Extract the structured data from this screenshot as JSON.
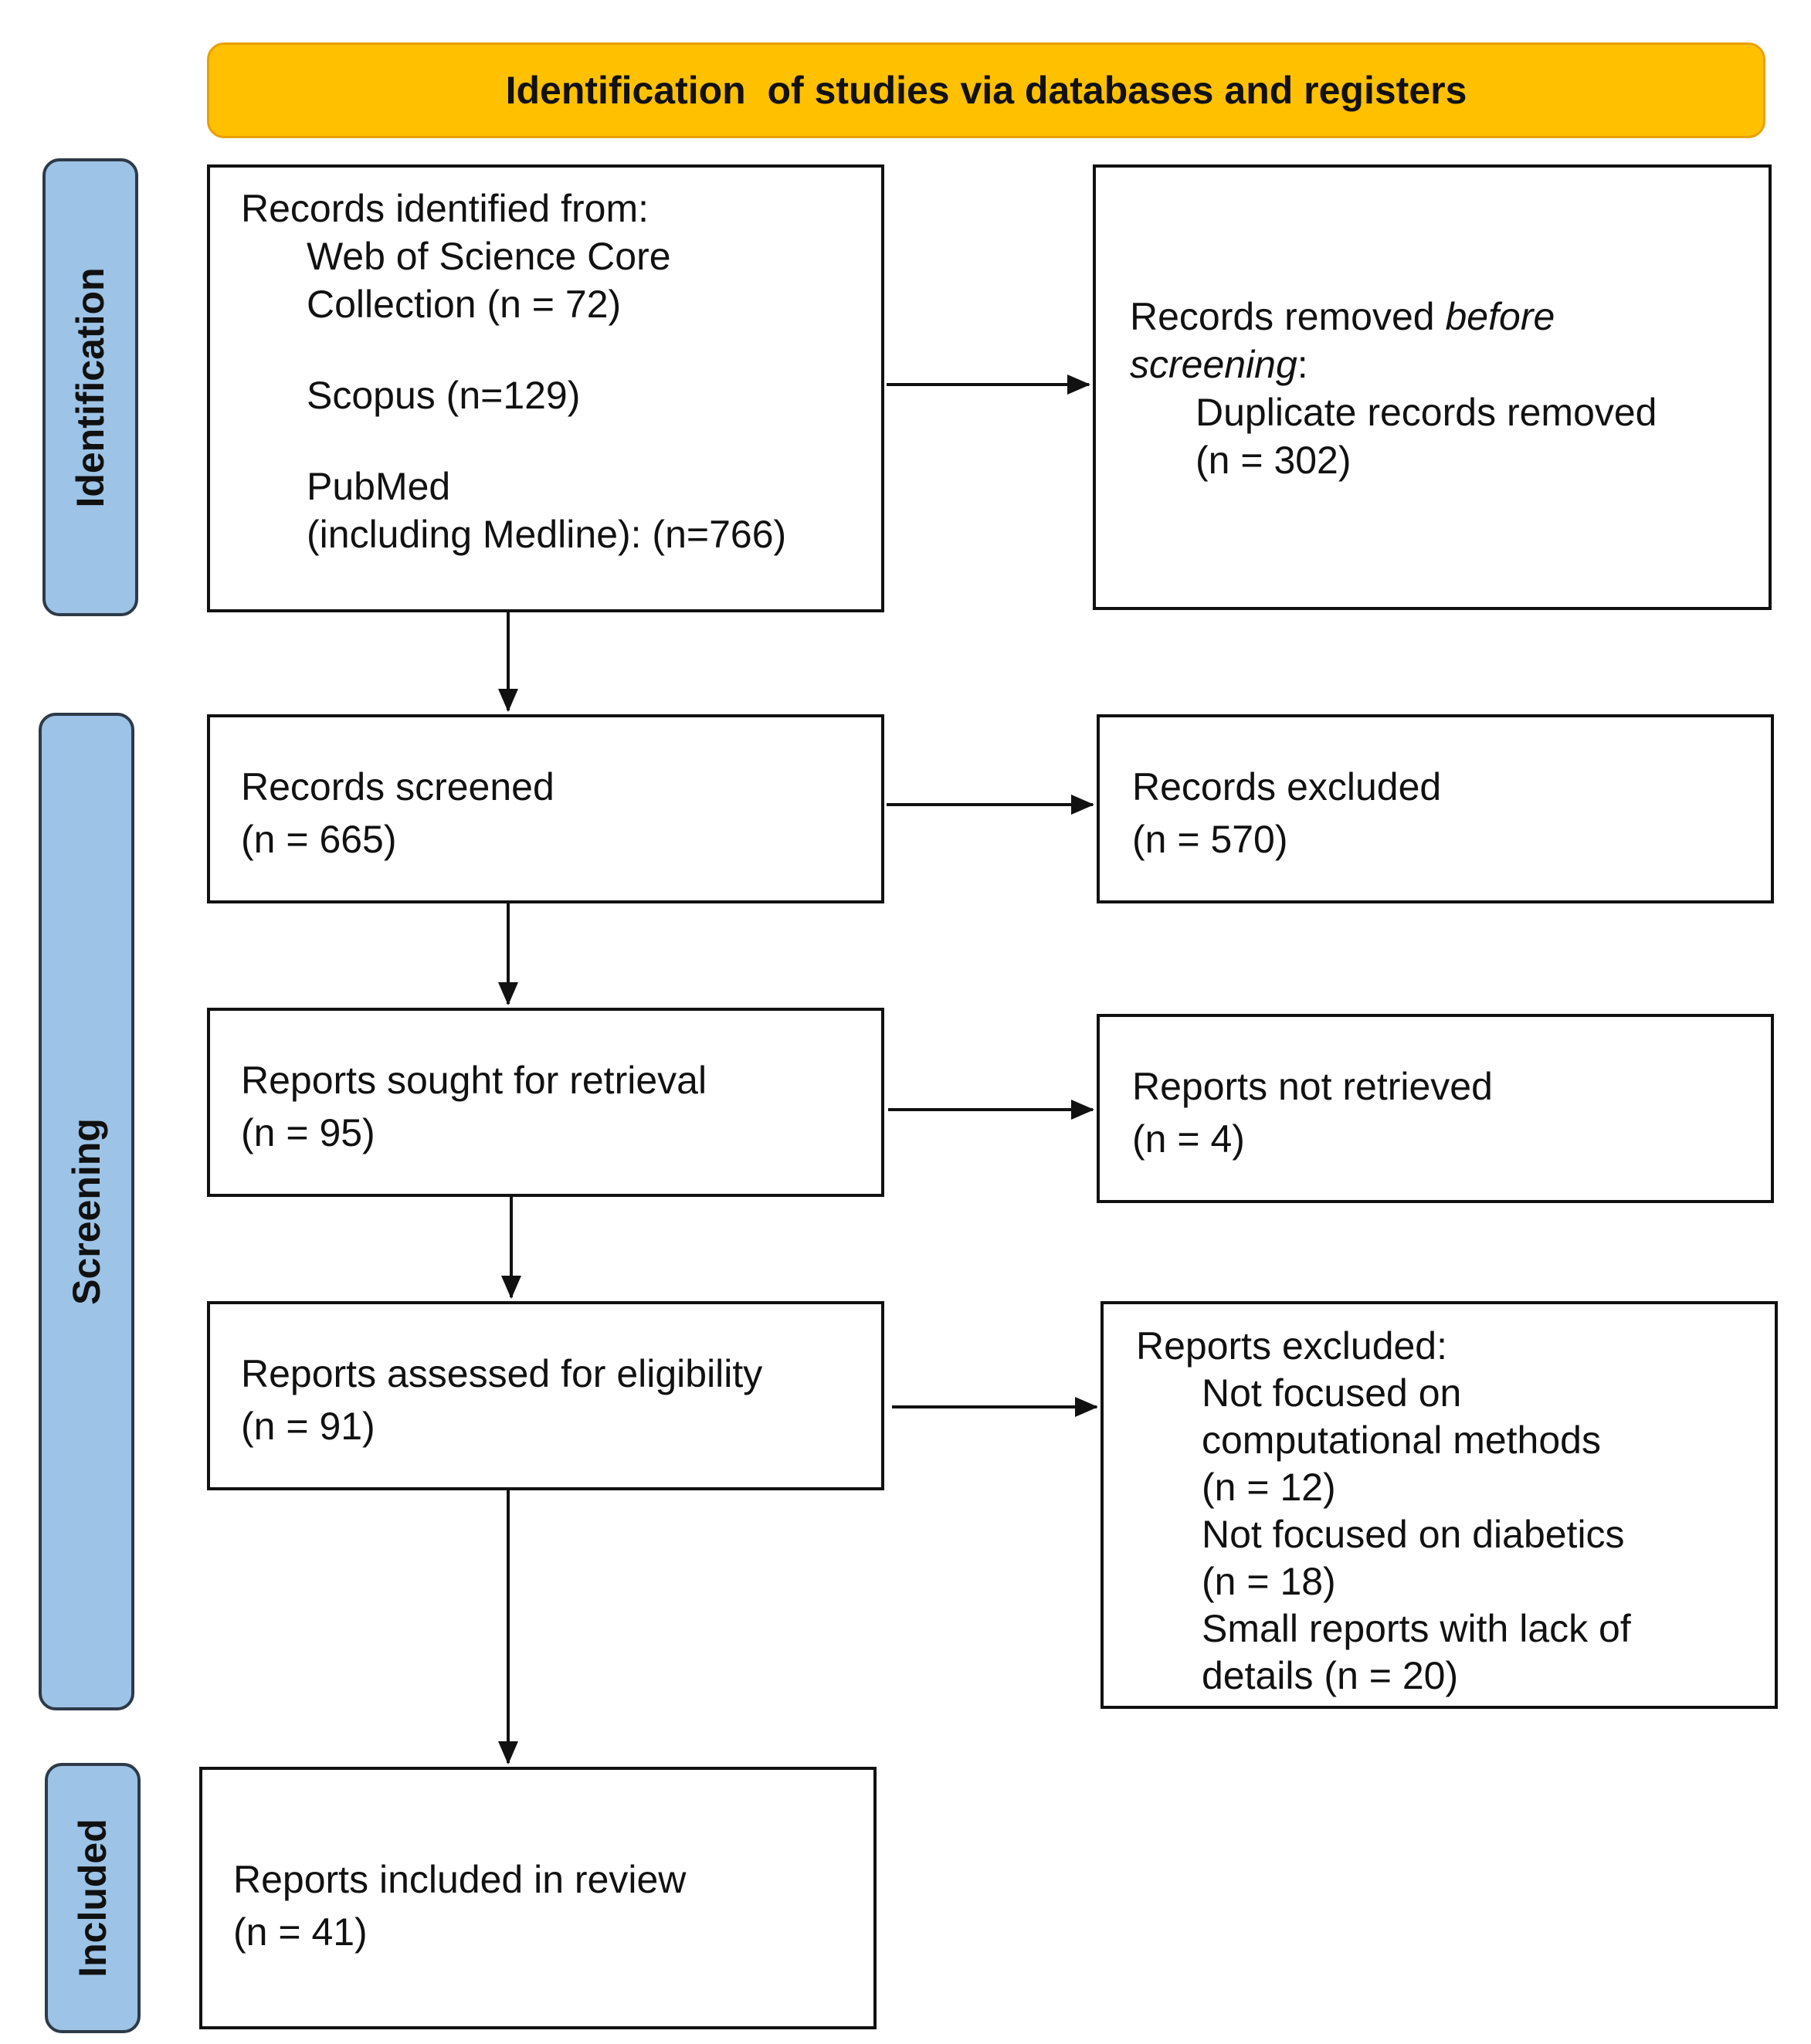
{
  "banner": {
    "title": "Identification  of studies via databases and registers"
  },
  "phases": {
    "identification": "Identification",
    "screening": "Screening",
    "included": "Included"
  },
  "boxes": {
    "identified": {
      "heading": "Records identified from:",
      "wos_line1": "Web of Science Core",
      "wos_line2": "Collection (n = 72)",
      "scopus": "Scopus (n=129)",
      "pubmed_line1": "PubMed",
      "pubmed_line2": "(including Medline): (n=766)"
    },
    "removed": {
      "prefix": "Records removed ",
      "italic1": "before",
      "italic2": "screening",
      "colon": ":",
      "item_line1": "Duplicate records removed",
      "item_line2": "(n = 302)"
    },
    "screened": {
      "label": "Records screened",
      "count": "(n = 665)"
    },
    "excluded": {
      "label": "Records excluded",
      "count": "(n = 570)"
    },
    "sought": {
      "label": "Reports sought for retrieval",
      "count": "(n = 95)"
    },
    "not_retrieved": {
      "label": "Reports not retrieved",
      "count": "(n = 4)"
    },
    "assessed": {
      "label": "Reports assessed for eligibility",
      "count": "(n = 91)"
    },
    "reports_excluded": {
      "heading": "Reports excluded:",
      "r1_line1": "Not focused on",
      "r1_line2": "computational methods",
      "r1_count": "(n = 12)",
      "r2_line1": "Not focused on diabetics",
      "r2_count": "(n = 18)",
      "r3_line1": "Small reports with lack of",
      "r3_line2": "details (n = 20)"
    },
    "included": {
      "label": "Reports included in review",
      "count": "(n = 41)"
    }
  }
}
